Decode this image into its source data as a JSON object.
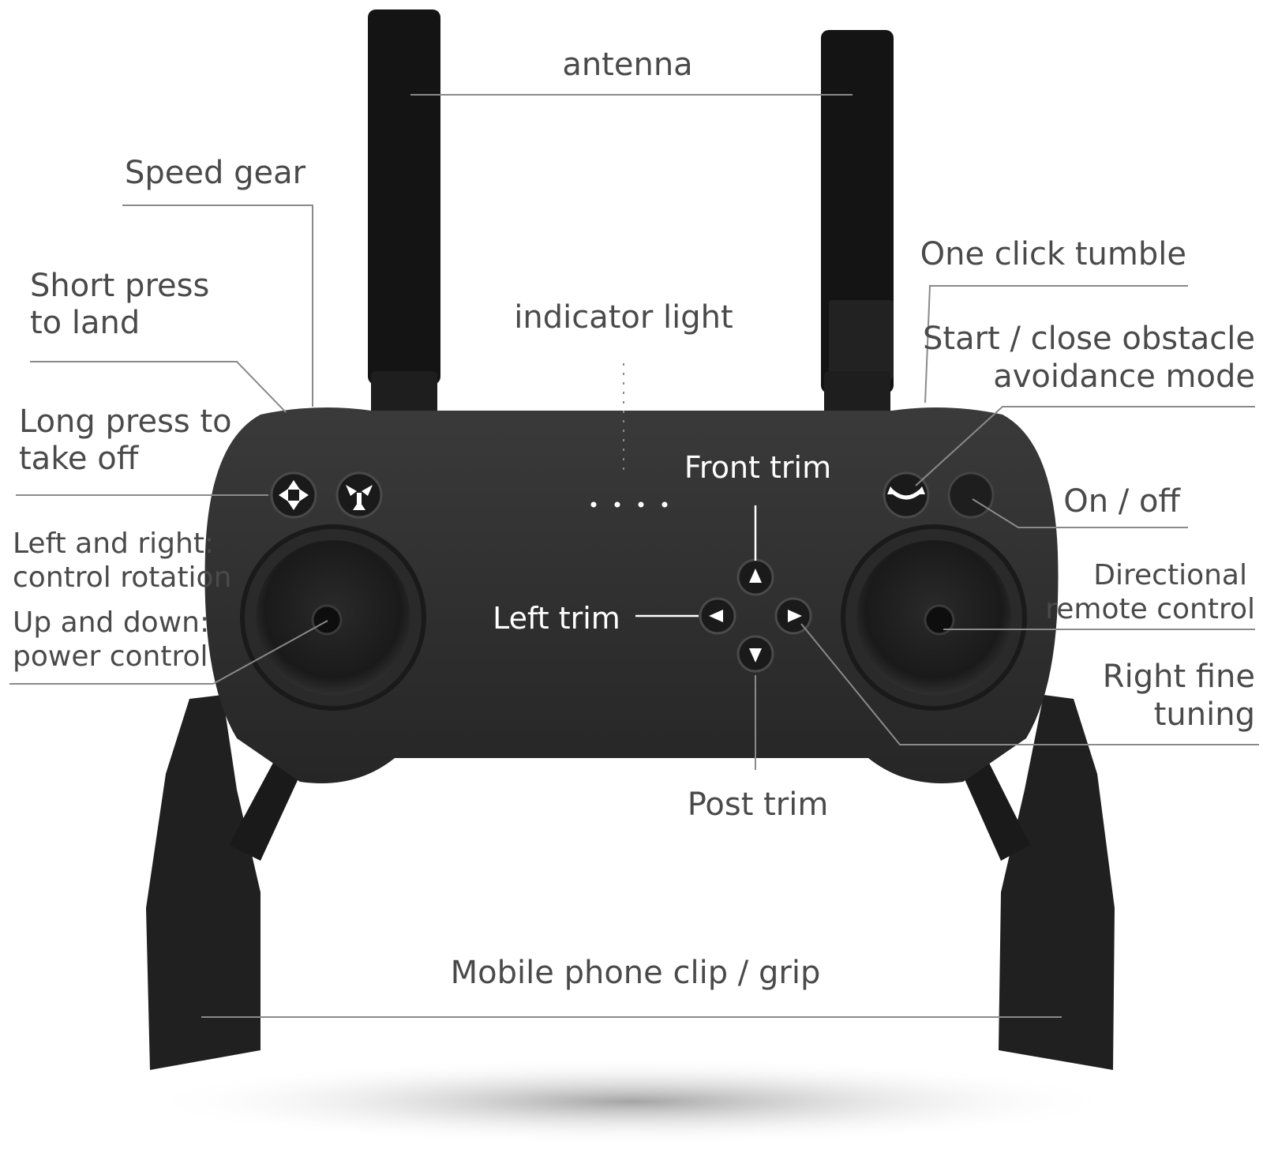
{
  "labels": {
    "antenna": "antenna",
    "speed_gear": "Speed gear",
    "short_press": [
      "Short press",
      "to land"
    ],
    "long_press": [
      "Long press to",
      "take off"
    ],
    "left_right": [
      "Left and right:",
      "control rotation"
    ],
    "up_down": [
      "Up and down:",
      "power control"
    ],
    "indicator_light": "indicator light",
    "front_trim": "Front trim",
    "left_trim": "Left trim",
    "post_trim": "Post trim",
    "one_click_tumble": "One click tumble",
    "obstacle_avoidance": [
      "Start / close obstacle",
      "avoidance mode"
    ],
    "on_off": "On / off",
    "directional": [
      "Directional",
      "remote control"
    ],
    "right_fine_tuning": [
      "Right fine",
      "tuning"
    ],
    "phone_clip": "Mobile phone clip / grip"
  },
  "colors": {
    "controller_body": "#2c2c2c",
    "label_text": "#4a4a4a",
    "leader_line": "#8a8a8a"
  },
  "icons": {
    "takeoff_button": "takeoff-arrows-icon",
    "land_button": "land-arrows-icon",
    "tumble_button": "tumble-icon",
    "power_button": "power-icon"
  }
}
